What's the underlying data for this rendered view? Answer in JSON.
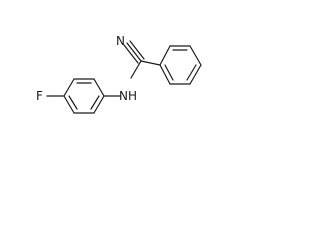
{
  "molecule": {
    "atoms": {
      "nitrile_n": "N",
      "fluorine": "F",
      "amine_nh": "NH"
    }
  }
}
